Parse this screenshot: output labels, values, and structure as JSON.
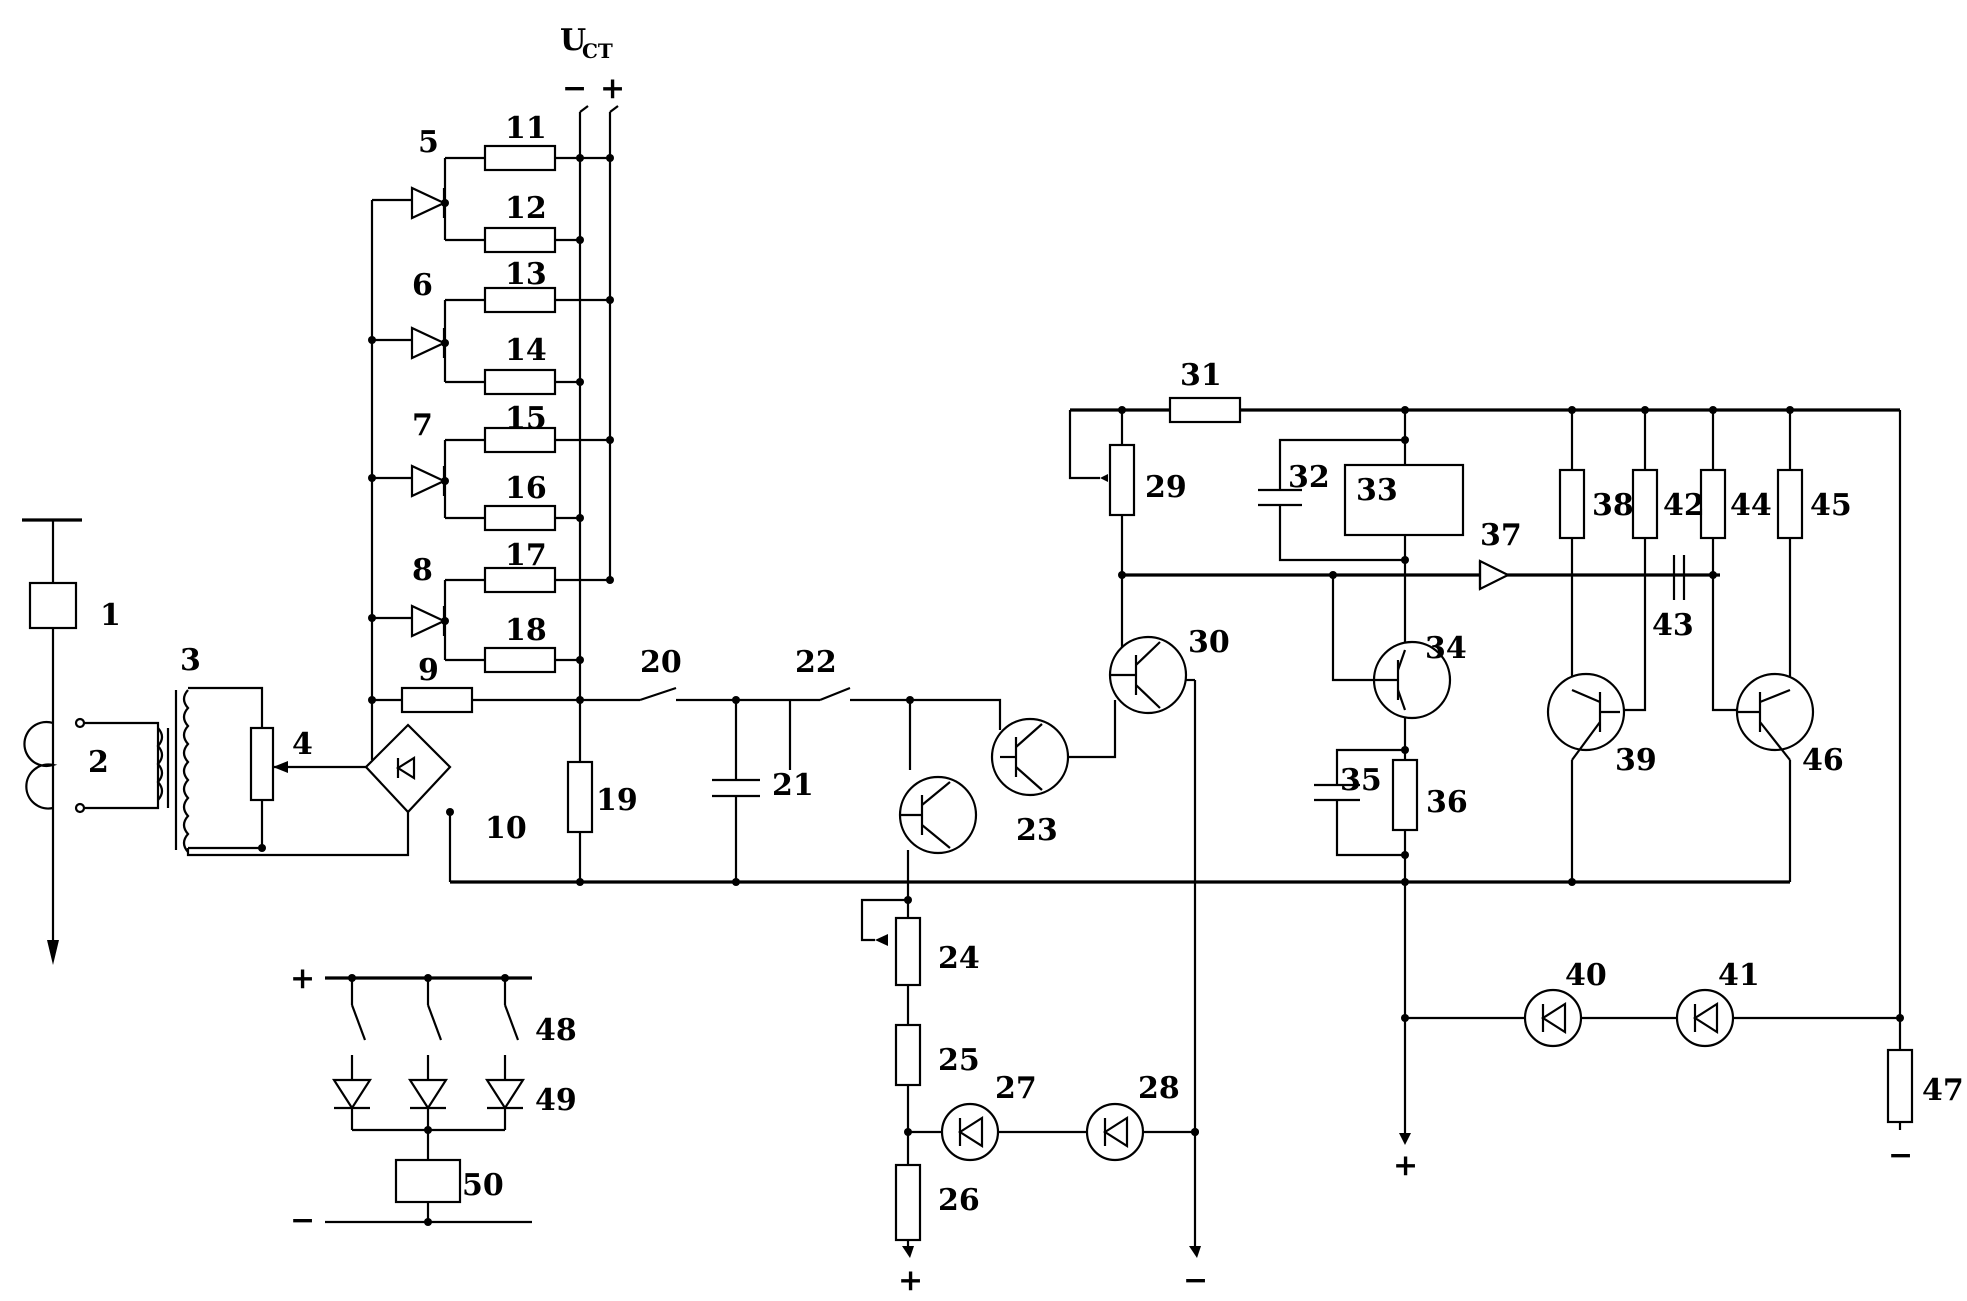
{
  "diagram": {
    "supply_label": {
      "main": "U",
      "sub": "CT"
    },
    "signs": {
      "plus": "+",
      "minus": "−"
    },
    "labels": [
      "1",
      "2",
      "3",
      "4",
      "5",
      "6",
      "7",
      "8",
      "9",
      "10",
      "11",
      "12",
      "13",
      "14",
      "15",
      "16",
      "17",
      "18",
      "19",
      "20",
      "21",
      "22",
      "23",
      "24",
      "25",
      "26",
      "27",
      "28",
      "29",
      "30",
      "31",
      "32",
      "33",
      "34",
      "35",
      "36",
      "37",
      "38",
      "39",
      "40",
      "41",
      "42",
      "43",
      "44",
      "45",
      "46",
      "47",
      "48",
      "49",
      "50"
    ]
  }
}
